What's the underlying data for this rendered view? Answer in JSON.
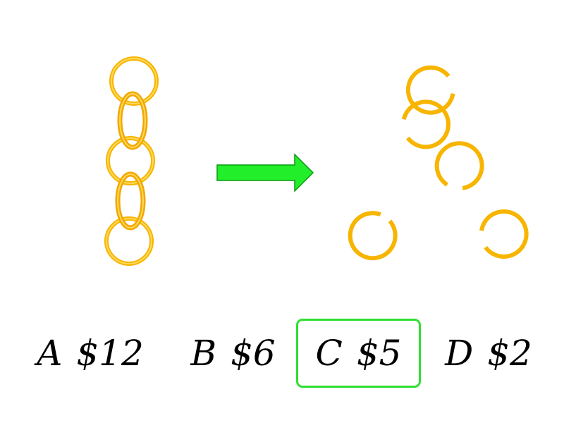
{
  "puzzle": {
    "chain_link_count": 5,
    "open_link_count": 5,
    "colors": {
      "ring_gold": "#f7b500",
      "ring_highlight": "#ffd95a",
      "arrow_fill": "#22ee2a",
      "arrow_stroke": "#0a9a10",
      "selected_border": "#2fe02f"
    }
  },
  "options": [
    {
      "letter": "A",
      "price": "$12",
      "selected": false
    },
    {
      "letter": "B",
      "price": "$6",
      "selected": false
    },
    {
      "letter": "C",
      "price": "$5",
      "selected": true
    },
    {
      "letter": "D",
      "price": "$2",
      "selected": false
    }
  ]
}
